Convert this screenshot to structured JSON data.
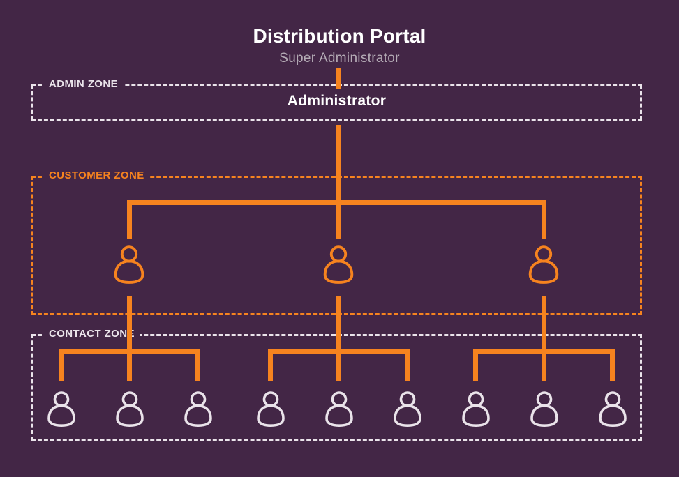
{
  "header": {
    "title": "Distribution Portal",
    "subtitle": "Super Administrator"
  },
  "zones": {
    "admin": {
      "label": "ADMIN ZONE",
      "node_label": "Administrator"
    },
    "customer": {
      "label": "CUSTOMER ZONE",
      "user_count": 3
    },
    "contact": {
      "label": "CONTACT ZONE",
      "user_count": 9
    }
  },
  "icons": {
    "customer_user": "person-outline-icon",
    "contact_user": "person-outline-icon"
  },
  "colors": {
    "background": "#432646",
    "orange": "#F6831F",
    "light": "#EAE3EA",
    "white": "#FFFFFF",
    "subtitle_gray": "#B5ACB6"
  }
}
